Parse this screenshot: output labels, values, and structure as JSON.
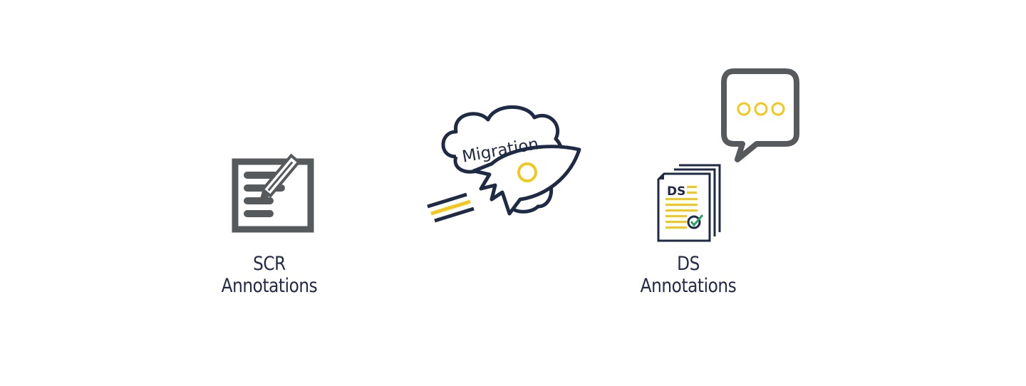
{
  "diagram": {
    "nodes": [
      {
        "id": "scr",
        "line1": "SCR",
        "line2": "Annotations",
        "icon": "document-edit-icon"
      },
      {
        "id": "migration",
        "cloud_text": "Migration",
        "icon": "rocket-cloud-icon"
      },
      {
        "id": "ds",
        "line1": "DS",
        "line2": "Annotations",
        "icon": "document-stack-icon",
        "doc_badge": "DS",
        "bubble_icon": "speech-bubble-icon"
      }
    ],
    "colors": {
      "dark_gray": "#565a5c",
      "navy": "#1f2a44",
      "yellow": "#f2c81c",
      "green": "#2aa36a",
      "background": "#ffffff"
    }
  }
}
